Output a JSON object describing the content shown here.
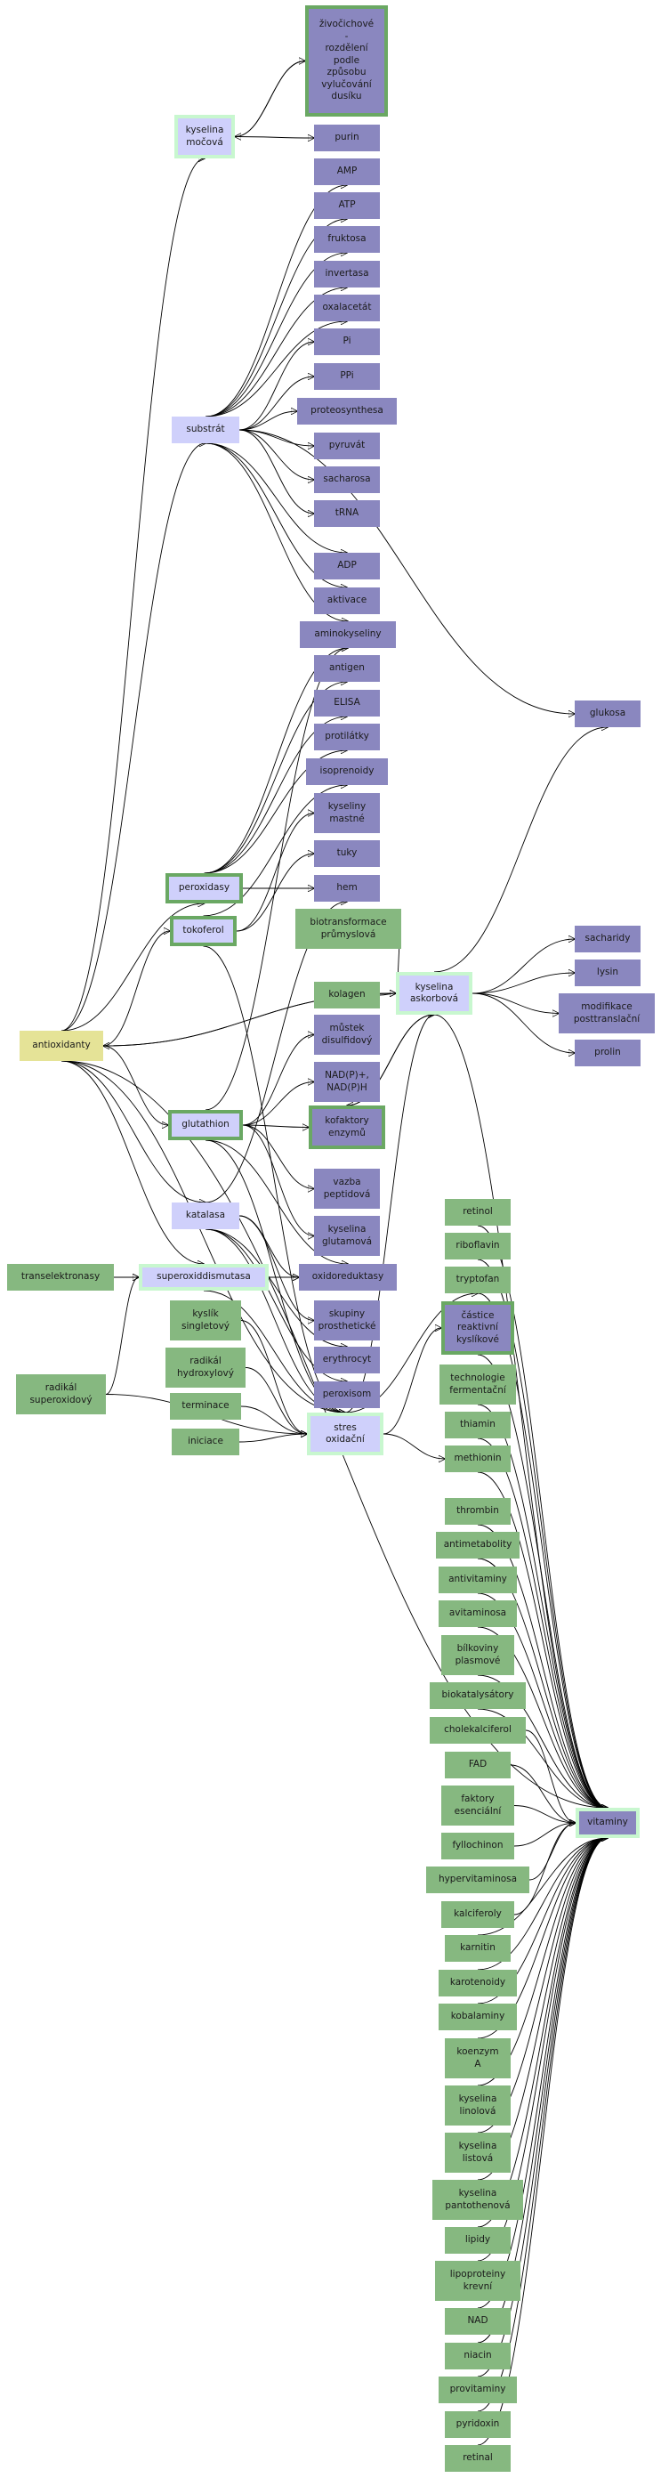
{
  "colors": {
    "violet": "#8a87bf",
    "green": "#86b880",
    "lavender": "#cfd0fb",
    "yellow": "#e5e397",
    "frame_green": "#6aa863",
    "frame_mint": "#c8f7cf",
    "edge": "#000000"
  },
  "nodes": {
    "zivocichove": "živočichové\n-\nrozdělení\npodle\nzpůsobu\nvylučování\ndusíku",
    "kyselina_mocova": "kyselina\nmočová",
    "purin": "purin",
    "amp": "AMP",
    "atp": "ATP",
    "fruktosa": "fruktosa",
    "invertasa": "invertasa",
    "oxalacetat": "oxalacetát",
    "pi": "Pi",
    "ppi": "PPi",
    "proteosynthesa": "proteosynthesa",
    "substrat": "substrát",
    "pyruvat": "pyruvát",
    "sacharosa": "sacharosa",
    "trna": "tRNA",
    "adp": "ADP",
    "aktivace": "aktivace",
    "aminokyseliny": "aminokyseliny",
    "antigen": "antigen",
    "elisa": "ELISA",
    "protilatky": "protilátky",
    "isoprenoidy": "isoprenoidy",
    "kyseliny_mastne": "kyseliny\nmastné",
    "tuky": "tuky",
    "hem": "hem",
    "peroxidasy": "peroxidasy",
    "tokoferol": "tokoferol",
    "biotransformace": "biotransformace\nprůmyslová",
    "glukosa": "glukosa",
    "sacharidy": "sacharidy",
    "lysin": "lysin",
    "modifikace": "modifikace\nposttranslační",
    "prolin": "prolin",
    "kolagen": "kolagen",
    "kyselina_askorbova": "kyselina\naskorbová",
    "antioxidanty": "antioxidanty",
    "mustek": "můstek\ndisulfidový",
    "nadp": "NAD(P)+,\nNAD(P)H",
    "glutathion": "glutathion",
    "kofaktory": "kofaktory\nenzymů",
    "vazba": "vazba\npeptidová",
    "kyselina_glutamova": "kyselina\nglutamová",
    "katalasa": "katalasa",
    "retinol": "retinol",
    "riboflavin": "riboflavin",
    "transelektronasy": "transelektronasy",
    "superoxiddismutasa": "superoxiddismutasa",
    "oxidoreduktasy": "oxidoreduktasy",
    "tryptofan": "tryptofan",
    "kyslik": "kyslík\nsingletový",
    "skupiny": "skupiny\nprosthetické",
    "castice": "částice\nreaktivní\nkyslíkové",
    "radikal_hydroxylovy": "radikál\nhydroxylový",
    "erythrocyt": "erythrocyt",
    "technologie": "technologie\nfermentační",
    "radikal_superoxidovy": "radikál\nsuperoxidový",
    "terminace": "terminace",
    "peroxisom": "peroxisom",
    "thiamin": "thiamin",
    "stres": "stres\noxidační",
    "iniciace": "iniciace",
    "methionin": "methionin",
    "thrombin": "thrombin",
    "antimetabolity": "antimetabolity",
    "antivitaminy": "antivitaminy",
    "avitaminosa": "avitaminosa",
    "bilkoviny": "bílkoviny\nplasmové",
    "biokatalysatory": "biokatalysátory",
    "cholekalciferol": "cholekalciferol",
    "fad": "FAD",
    "faktory": "faktory\nesenciální",
    "vitaminy": "vitaminy",
    "fyllochinon": "fyllochinon",
    "hypervitaminosa": "hypervitaminosa",
    "kalciferoly": "kalciferoly",
    "karnitin": "karnitin",
    "karotenoidy": "karotenoidy",
    "kobalaminy": "kobalaminy",
    "koenzym": "koenzym\nA",
    "kyselina_linolova": "kyselina\nlinolová",
    "kyselina_listova": "kyselina\nlistová",
    "kyselina_pantothenova": "kyselina\npantothenová",
    "lipidy": "lipidy",
    "lipoproteiny": "lipoproteiny\nkrevní",
    "nad": "NAD",
    "niacin": "niacin",
    "provitaminy": "provitaminy",
    "pyridoxin": "pyridoxin",
    "retinal": "retinal"
  }
}
